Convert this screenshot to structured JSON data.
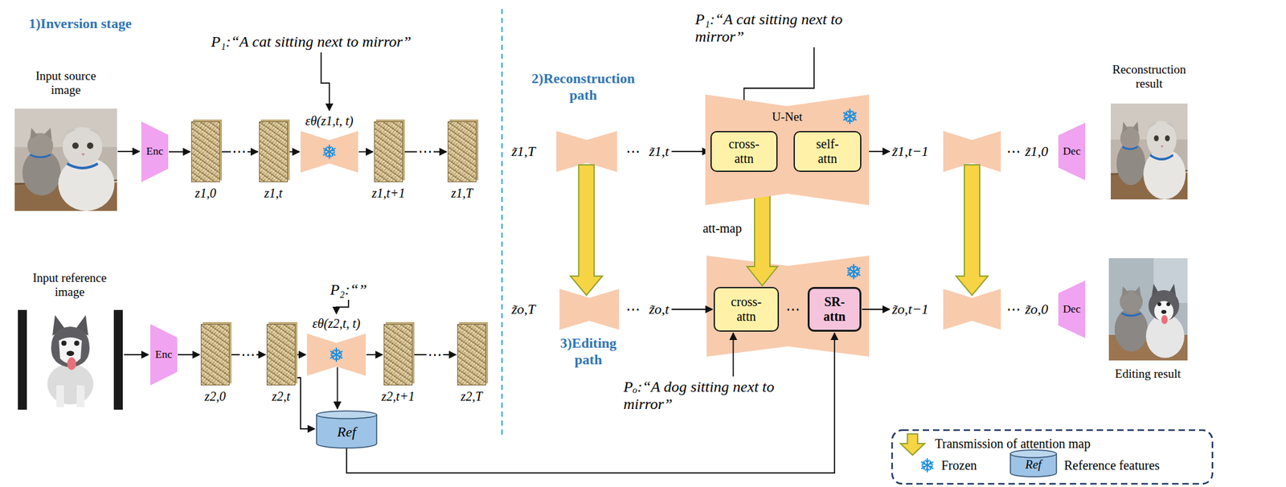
{
  "diagram": {
    "nodes": [
      {
        "text": [
          "Enc"
        ]
      },
      {
        "text": [
          "z1,0"
        ]
      },
      {
        "text": [
          "z1,t"
        ]
      },
      {
        "text": [
          "εθ(z1,t, t)"
        ]
      },
      {
        "text": [
          "z1,t+1"
        ]
      },
      {
        "text": [
          "z1,T"
        ]
      },
      {
        "text": [
          "Enc"
        ]
      },
      {
        "text": [
          "z2,0"
        ]
      },
      {
        "text": [
          "z2,t"
        ]
      },
      {
        "text": [
          "εθ(z2,t, t)"
        ]
      },
      {
        "text": [
          "z2,t+1"
        ]
      },
      {
        "text": [
          "z2,T"
        ]
      },
      {
        "text": [
          "Ref"
        ]
      },
      {
        "text": [
          "U-Net"
        ]
      },
      {
        "text": [
          "cross- attn"
        ],
        "in": 13
      },
      {
        "text": [
          "self- attn"
        ],
        "in": 13
      },
      {
        "text": [
          "Dec"
        ]
      },
      {
        "text": [
          "cross- attn"
        ]
      },
      {
        "text": [
          "SR- attn"
        ]
      },
      {
        "text": [
          "Dec"
        ]
      }
    ],
    "edges": [
      {
        "from": 0,
        "to": 1,
        "arrow": "to"
      },
      {
        "from": 1,
        "to": 2,
        "label": "⋯",
        "arrow": "to"
      },
      {
        "from": 2,
        "to": 3,
        "arrow": "to"
      },
      {
        "from": 3,
        "to": 4,
        "arrow": "to"
      },
      {
        "from": 4,
        "to": 5,
        "label": "⋯",
        "arrow": "to"
      },
      {
        "from": 6,
        "to": 7,
        "arrow": "to"
      },
      {
        "from": 7,
        "to": 8,
        "label": "⋯",
        "arrow": "to"
      },
      {
        "from": 8,
        "to": 9,
        "arrow": "to"
      },
      {
        "from": 9,
        "to": 10,
        "arrow": "to"
      },
      {
        "from": 10,
        "to": 11,
        "label": "⋯",
        "arrow": "to"
      },
      {
        "from": 8,
        "to": 12,
        "arrow": "to"
      },
      {
        "from": 9,
        "to": 12,
        "arrow": "to"
      },
      {
        "from": 12,
        "to": 18,
        "arrow": "to"
      },
      {
        "from": 14,
        "to": 17,
        "arrow": "to"
      }
    ],
    "labels": [
      "1)Inversion stage",
      "P₁:“A cat sitting next to mirror”",
      "Input source image",
      "P₂:“”",
      "Input reference image",
      "2)Reconstruction path",
      "P₁:“A cat sitting next to mirror”",
      "z̃1,T",
      "⋯",
      "z̃1,t",
      "z̃1,t−1",
      "⋯",
      "z̃1,0",
      "Reconstruction result",
      "att-map",
      "3)Editing path",
      "z̃o,T",
      "⋯",
      "z̃o,t",
      "⋯",
      "z̃o,t−1",
      "⋯",
      "z̃o,0",
      "Pₒ:“A dog sitting next to mirror”",
      "Editing result",
      "Ref"
    ],
    "legend": [
      {
        "text": "Transmission of attention map"
      },
      {
        "text": "Frozen"
      },
      {
        "text": "Reference features"
      }
    ]
  }
}
